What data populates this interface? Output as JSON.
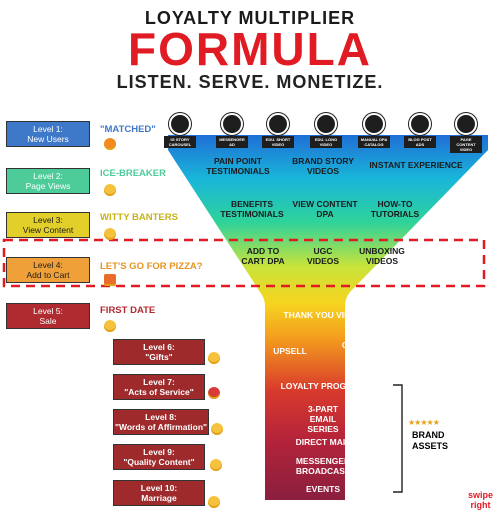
{
  "header": {
    "line1": "LOYALTY MULTIPLIER",
    "line2": "FORMULA",
    "line3": "LISTEN. SERVE. MONETIZE."
  },
  "sources": [
    "IG STORY CAROUSEL",
    "MESSENGER AD",
    "EDU. SHORT VIDEO",
    "EDU. LONG VIDEO",
    "MANUAL DPA CATALOG",
    "BLOG POST ADS",
    "PAGE CONTENT VIDEO"
  ],
  "levels": [
    {
      "label": "Level 1:",
      "sub": "New Users",
      "tag": "\"MATCHED\"",
      "color": "#3e78c9"
    },
    {
      "label": "Level 2:",
      "sub": "Page Views",
      "tag": "ICE-BREAKER",
      "color": "#4dcc9a"
    },
    {
      "label": "Level 3:",
      "sub": "View Content",
      "tag": "WITTY BANTERS",
      "color": "#d9c214"
    },
    {
      "label": "Level 4:",
      "sub": "Add to Cart",
      "tag": "LET'S GO FOR PIZZA?",
      "color": "#e8931f"
    },
    {
      "label": "Level 5:",
      "sub": "Sale",
      "tag": "FIRST DATE",
      "color": "#b02b30"
    }
  ],
  "loyalty_levels": [
    {
      "label": "Level 6:",
      "sub": "\"Gifts\""
    },
    {
      "label": "Level 7:",
      "sub": "\"Acts of Service\""
    },
    {
      "label": "Level 8:",
      "sub": "\"Words of Affirmation\""
    },
    {
      "label": "Level 9:",
      "sub": "\"Quality Content\""
    },
    {
      "label": "Level 10:",
      "sub": "Marriage"
    }
  ],
  "funnel": {
    "row1": [
      "PAIN POINT TESTIMONIALS",
      "BRAND STORY VIDEOS",
      "INSTANT EXPERIENCE"
    ],
    "row2": [
      "BENEFITS TESTIMONIALS",
      "VIEW CONTENT DPA",
      "HOW-TO TUTORIALS"
    ],
    "row3": [
      "ADD TO CART DPA",
      "UGC VIDEOS",
      "UNBOXING VIDEOS"
    ],
    "thank_you": "THANK YOU VIDEO",
    "upsell": "UPSELL",
    "cross_sell": "CROSS SELL",
    "loyalty_program": "LOYALTY PROGRAM",
    "email_series": "3-PART EMAIL SERIES",
    "direct_mail": "DIRECT MAIL",
    "messenger_broadcast": "MESSENGER BROADCAST",
    "events": "EVENTS"
  },
  "brand_assets": {
    "stars": "★★★★★",
    "line1": "BRAND",
    "line2": "ASSETS"
  },
  "logo": {
    "line1": "swipe",
    "line2": "right"
  },
  "colors": {
    "red": "#e01b24",
    "dashed": "#e01b24"
  }
}
